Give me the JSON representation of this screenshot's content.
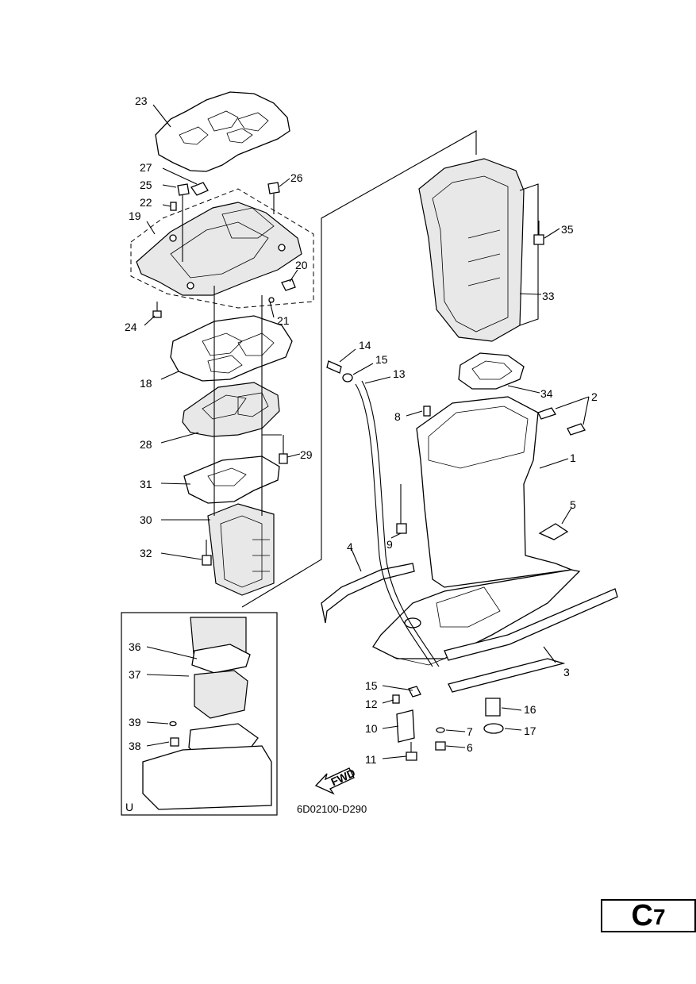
{
  "callouts": {
    "c1": "1",
    "c2": "2",
    "c3": "3",
    "c4": "4",
    "c5": "5",
    "c6": "6",
    "c7": "7",
    "c8": "8",
    "c9": "9",
    "c10": "10",
    "c11": "11",
    "c12": "12",
    "c13": "13",
    "c14": "14",
    "c15a": "15",
    "c15b": "15",
    "c16": "16",
    "c17": "17",
    "c18": "18",
    "c19": "19",
    "c20": "20",
    "c21": "21",
    "c22": "22",
    "c23": "23",
    "c24": "24",
    "c25": "25",
    "c26": "26",
    "c27": "27",
    "c28": "28",
    "c29": "29",
    "c30": "30",
    "c31": "31",
    "c32": "32",
    "c33": "33",
    "c34": "34",
    "c35": "35",
    "c36": "36",
    "c37": "37",
    "c38": "38",
    "c39": "39"
  },
  "inset_label": "U",
  "fwd_label": "FWD",
  "diagram_code": "6D02100-D290",
  "page_badge": {
    "letter": "C",
    "number": "7"
  }
}
